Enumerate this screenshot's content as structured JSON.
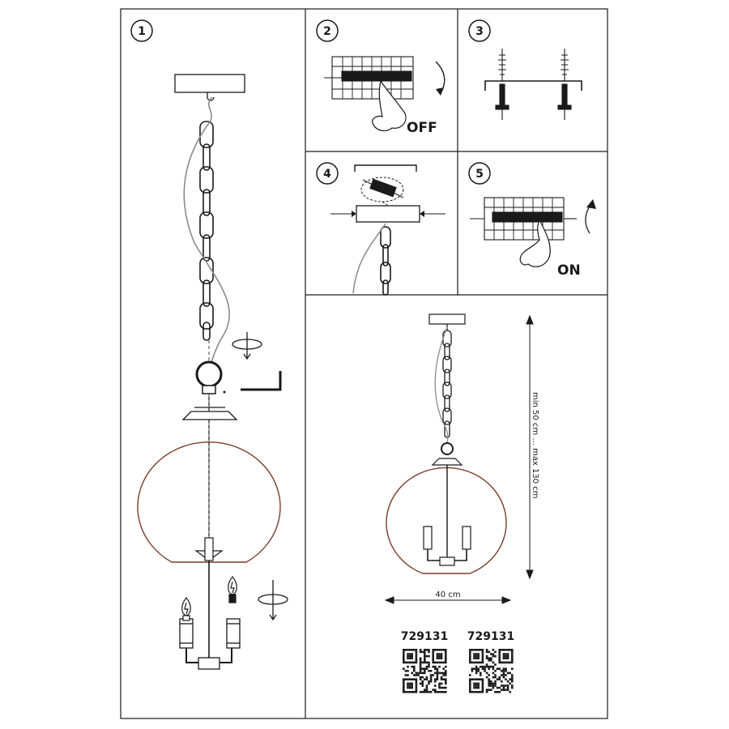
{
  "steps": [
    {
      "number": "1"
    },
    {
      "number": "2",
      "label": "OFF"
    },
    {
      "number": "3"
    },
    {
      "number": "4"
    },
    {
      "number": "5",
      "label": "ON"
    }
  ],
  "dimensions": {
    "height": "min 50 cm ... max 130 cm",
    "width": "40 cm"
  },
  "product_codes": [
    "729131",
    "729131"
  ],
  "colors": {
    "line": "#1a1a1a",
    "globe": "#7a3d2a",
    "cable": "#8a8a8a",
    "panel_bg": "#ffffff"
  }
}
